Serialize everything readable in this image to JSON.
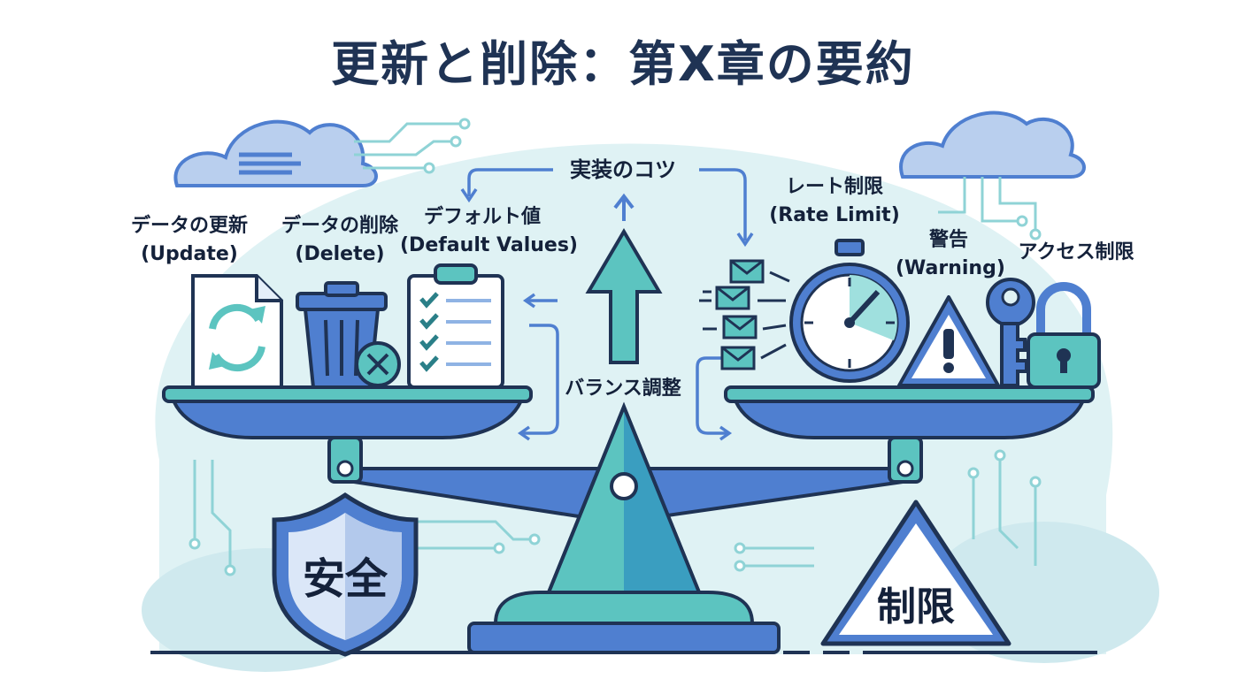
{
  "title": "更新と削除：第X章の要約",
  "left_pan": {
    "update": {
      "label": "データの更新",
      "sub": "(Update)"
    },
    "delete": {
      "label": "データの削除",
      "sub": "(Delete)"
    },
    "defaults": {
      "label": "デフォルト値",
      "sub": "(Default Values)"
    }
  },
  "center": {
    "tips": "実装のコツ",
    "balance": "バランス調整"
  },
  "right_pan": {
    "rate_limit": {
      "label": "レート制限",
      "sub": "(Rate Limit)"
    },
    "warning": {
      "label": "警告",
      "sub": "(Warning)"
    },
    "access": {
      "label": "アクセス制限"
    }
  },
  "badges": {
    "safety": "安全",
    "limit": "制限"
  },
  "colors": {
    "navy": "#1f3354",
    "blue": "#4f7fd0",
    "teal": "#5cc4c0",
    "pale": "#dff2f4"
  }
}
